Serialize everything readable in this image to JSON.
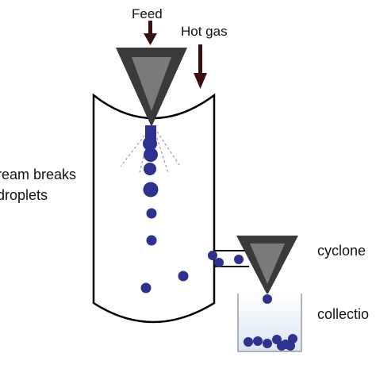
{
  "labels": {
    "feed": "Feed",
    "hot_gas": "Hot gas",
    "stream_line1": "ream breaks",
    "stream_line2": "droplets",
    "cyclone": "cyclone",
    "collection": "collectio"
  },
  "colors": {
    "droplet": "#2e318f",
    "nozzle_outer": "#3a3a3a",
    "nozzle_inner": "#7a7a7a",
    "arrow": "#3a0f0f",
    "spray_cone": "#a48bc4",
    "collector_fill": "#d9e6f5",
    "outline": "#000000"
  },
  "icons": {
    "feed_arrow": "arrow-down",
    "gas_arrow": "arrow-down"
  }
}
